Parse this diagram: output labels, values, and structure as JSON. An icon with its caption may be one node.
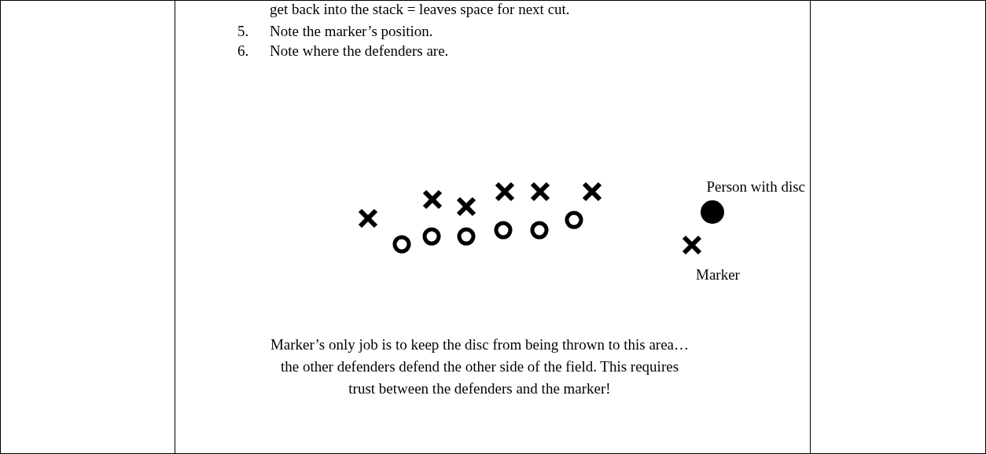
{
  "diagram": {
    "labels": [
      "get back into the stack = leaves space for next cut.",
      "5.",
      "Note the marker’s position.",
      "6.",
      "Note where the defenders are.",
      "Person with disc",
      "Marker",
      "Marker’s only job is to keep the disc from being thrown to this area…the other defenders defend the other side of the field. This requires trust between the defenders and the marker!"
    ]
  }
}
